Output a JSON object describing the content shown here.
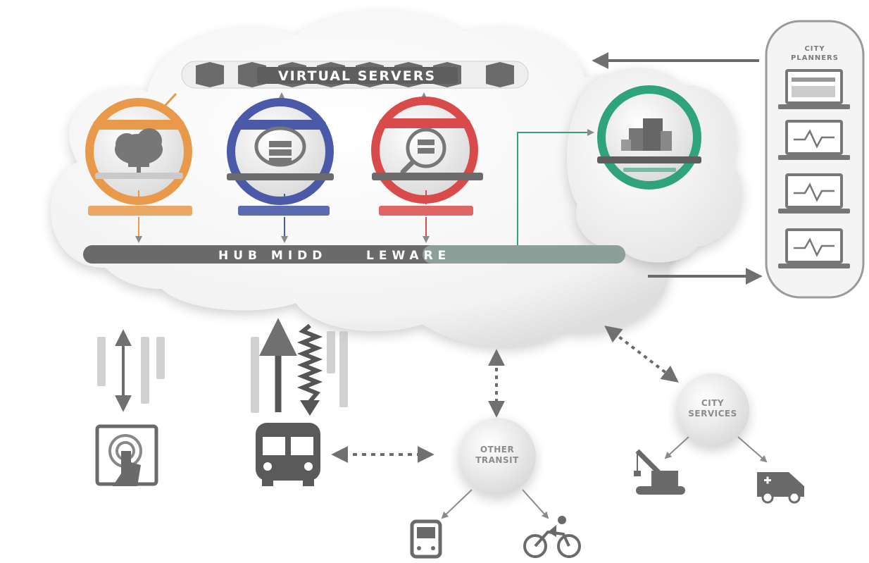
{
  "virtual_servers_label": "VIRTUAL SERVERS",
  "hub_middleware": {
    "label_dark": "HUB MIDD",
    "label_light": "LEWARE"
  },
  "city_planners_label": [
    "CITY",
    "PLANNERS"
  ],
  "city_services_label": [
    "CITY",
    "SERVICES"
  ],
  "other_transit_label": [
    "OTHER",
    "TRANSIT"
  ],
  "colors": {
    "orange": "#e89a4a",
    "blue": "#4a5aa8",
    "red": "#d94b4b",
    "green": "#2fa37d",
    "dark_gray": "#5a5a5a",
    "mid_gray": "#8a8a8a"
  },
  "icons": [
    "cloud-monitor-icon",
    "cloud-server-icon",
    "magnifier-server-icon",
    "buildings-icon",
    "touch-screen-icon",
    "bus-icon",
    "train-icon",
    "cyclist-icon",
    "crane-icon",
    "ambulance-icon",
    "laptop-icon",
    "laptop-pulse-icon"
  ]
}
